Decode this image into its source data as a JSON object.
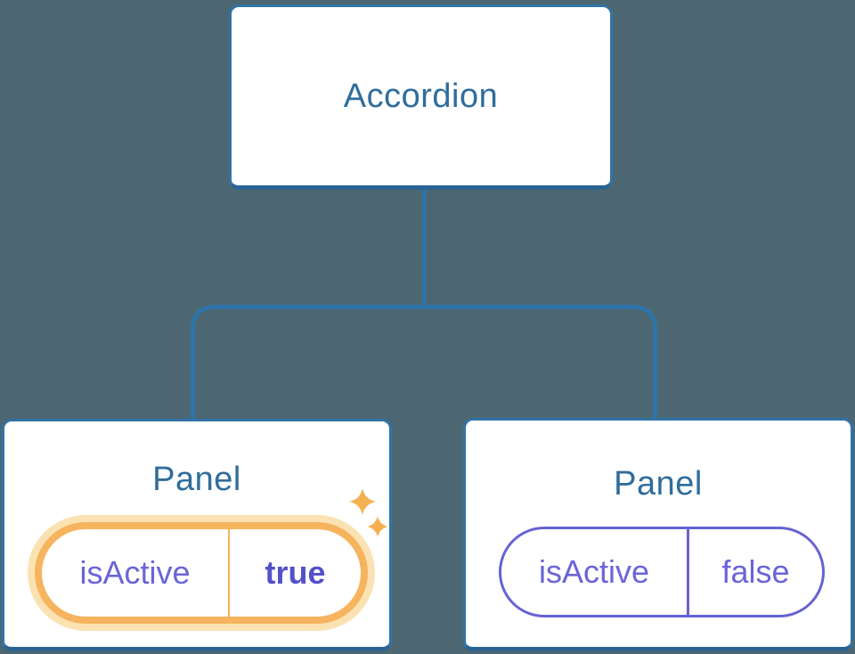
{
  "diagram": {
    "description": "Component tree: Accordion parent holding shared state, two Panel children receiving isActive",
    "root": {
      "label": "Accordion"
    },
    "children": [
      {
        "label": "Panel",
        "state": {
          "key": "isActive",
          "value": "true"
        },
        "highlighted": true
      },
      {
        "label": "Panel",
        "state": {
          "key": "isActive",
          "value": "false"
        },
        "highlighted": false
      }
    ]
  },
  "colors": {
    "background": "#4C6771",
    "node_fill": "#FFFFFF",
    "node_border": "#3173A7",
    "node_border_bottom": "#2B6494",
    "node_label_blue": "#2F6D9C",
    "connector_line": "#2E74A8",
    "state_text_purple": "#6965D8",
    "state_value_active_purple": "#5350CB",
    "pill_inactive_border": "#6663D3",
    "pill_active_border": "#F6B45E",
    "pill_active_glow": "#FBE2B2",
    "sparkle_orange": "#F5B052"
  },
  "icons": {
    "sparkle_large": "sparkle-icon",
    "sparkle_small": "sparkle-icon"
  }
}
